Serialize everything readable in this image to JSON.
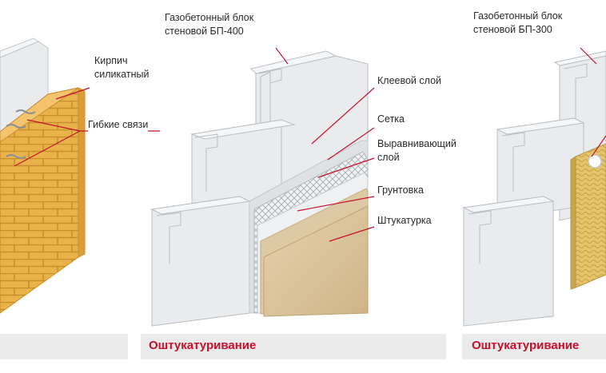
{
  "colors": {
    "leader_line": "#c8102e",
    "caption_text": "#c8102e",
    "caption_bar": "#ebebeb",
    "block_face": "#e9ebec",
    "block_side": "#cfd3d6",
    "brick": "#e9b24a",
    "plaster": "#d9c29d",
    "insulation": "#e3c36a"
  },
  "panels": [
    {
      "labels": {
        "brick": "Кирпич\nсиликатный",
        "ties": "Гибкие связи"
      },
      "caption": ""
    },
    {
      "labels": {
        "block": "Газобетонный блок\nстеновой БП-400",
        "glue": "Клеевой слой",
        "mesh": "Сетка",
        "leveling": "Выравнивающий\nслой",
        "primer": "Грунтовка",
        "plaster": "Штукатурка"
      },
      "caption": "Оштукатуривание"
    },
    {
      "labels": {
        "block": "Газобетонный блок\nстеновой БП-300"
      },
      "caption": "Оштукатуривание"
    }
  ]
}
